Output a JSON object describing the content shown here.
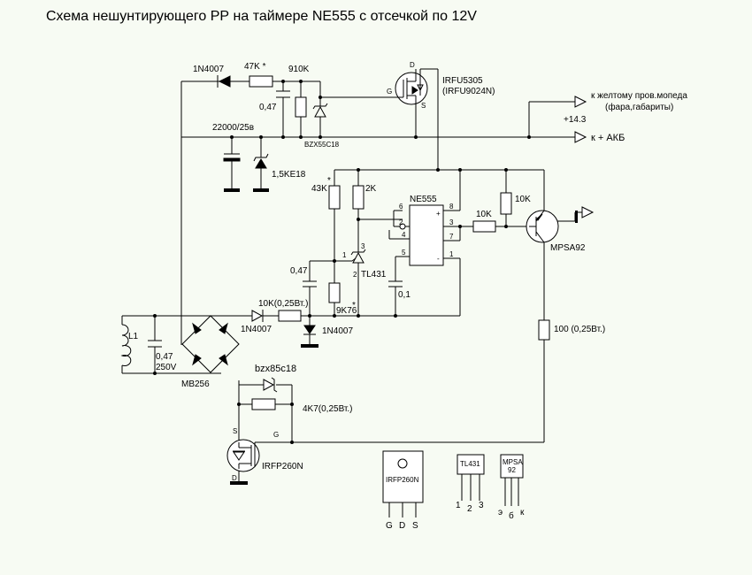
{
  "title": "Схема нешунтирующего РР на таймере NE555 с отсечкой по 12V",
  "labels": {
    "d_top": "1N4007",
    "r_47k": "47K *",
    "r_910k": "910K",
    "c_047_top": "0,47",
    "zener_top": "BZX55C18",
    "c_big": "22000/25в",
    "tvs": "1,5KE18",
    "mosfet_p": "IRFU5305",
    "mosfet_p_alt": "(IRFU9024N)",
    "pin_d_top": "D",
    "pin_g_top": "G",
    "pin_s_top": "S",
    "out_yellow_1": "к желтому пров.мопеда",
    "out_yellow_2": "(фара,габариты)",
    "voltage": "+14.3",
    "out_akb": "к + АКБ",
    "r_43k": "43K",
    "r_43k_star": "*",
    "r_2k": "2K",
    "ic": "NE555",
    "pin6": "6",
    "pin2": "2",
    "pin4": "4",
    "pin5": "5",
    "pin8": "8",
    "pin3": "3",
    "pin7": "7",
    "pin1": "1",
    "pin_plus": "+",
    "pin_minus": "-",
    "r_10k_h": "10K",
    "r_10k_v": "10K",
    "transistor": "MPSA92",
    "tl_pin1": "1",
    "tl_pin3": "3",
    "tl_pin2": "2",
    "tl431": "TL431",
    "c_047_mid": "0,47",
    "c_01": "0,1",
    "r_9k76": "9K76",
    "r_9k76_star": "*",
    "r_10k_025": "10K(0,25Вт.)",
    "d_mid": "1N4007",
    "d_low": "1N4007",
    "coil": "L1",
    "c_coil_1": "0,47",
    "c_coil_2": "250V",
    "bridge": "MB256",
    "r_100": "100 (0,25Вт.)",
    "zener_low": "bzx85c18",
    "r_4k7": "4K7(0,25Вт.)",
    "pin_s_low": "S",
    "pin_g_low": "G",
    "pin_d_low": "D",
    "mosfet_n": "IRFP260N",
    "pkg_irfp": "IRFP260N",
    "pkg_irfp_g": "G",
    "pkg_irfp_d": "D",
    "pkg_irfp_s": "S",
    "pkg_tl": "TL431",
    "pkg_tl_1": "1",
    "pkg_tl_2": "2",
    "pkg_tl_3": "3",
    "pkg_mpsa_1": "MPSA",
    "pkg_mpsa_2": "92",
    "pkg_mpsa_e": "э",
    "pkg_mpsa_b": "б",
    "pkg_mpsa_k": "к"
  }
}
